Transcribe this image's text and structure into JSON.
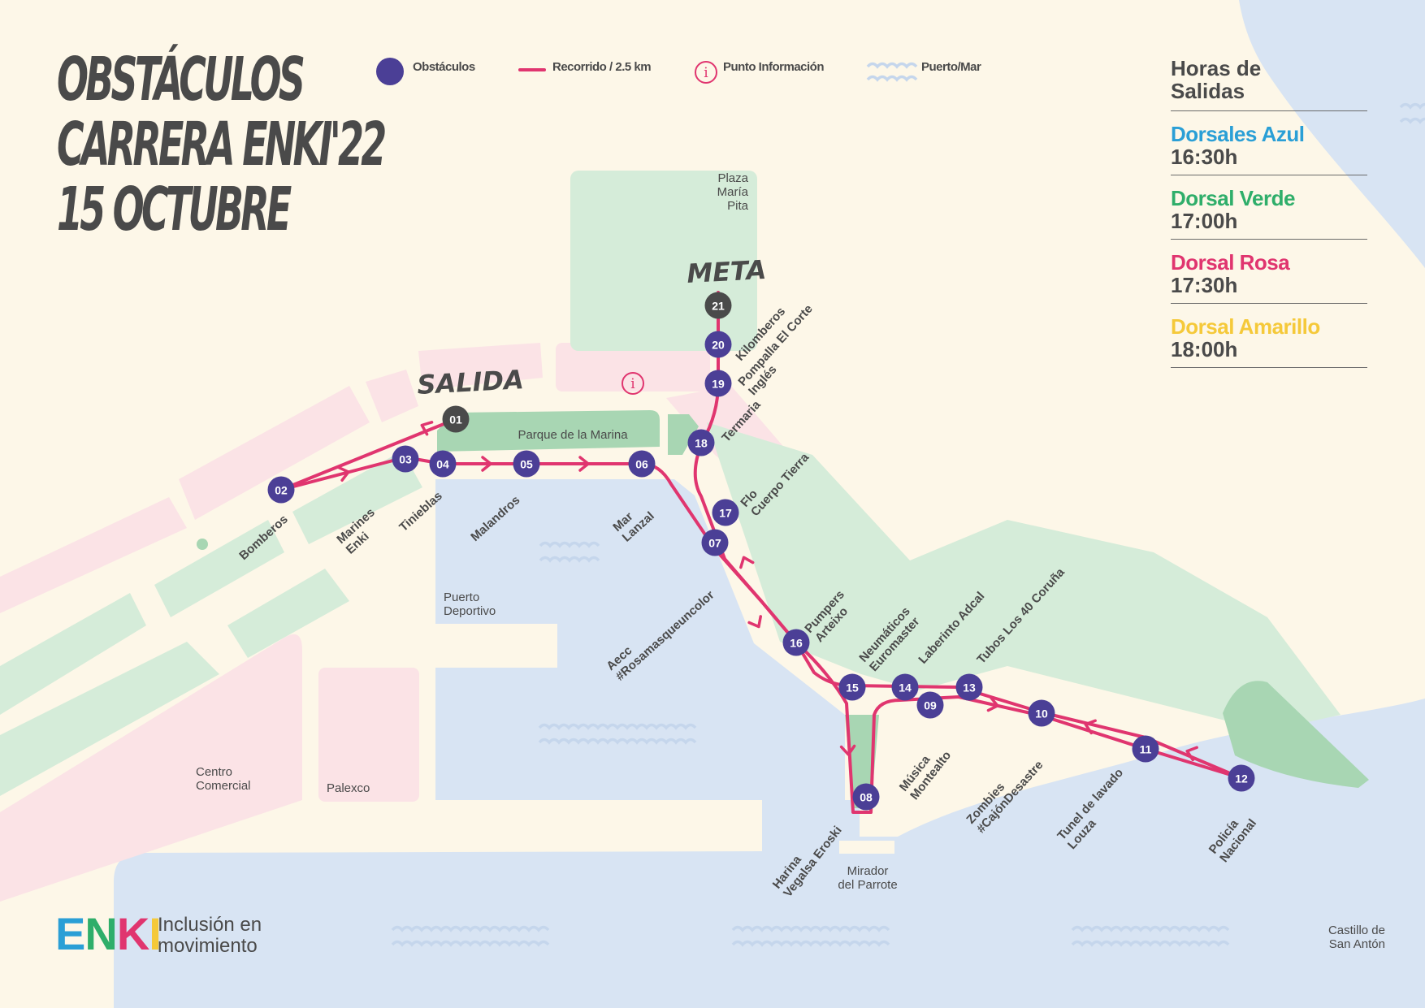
{
  "title": {
    "line1": "OBSTÁCULOS",
    "line2": "CARRERA ENKI'22",
    "line3": "15 OCTUBRE"
  },
  "legend": {
    "obstacles": "Obstáculos",
    "route": "Recorrido / 2.5 km",
    "info": "Punto Información",
    "info_icon": "info-icon",
    "sea": "Puerto/Mar"
  },
  "schedule": {
    "heading": "Horas de Salidas",
    "rows": [
      {
        "label": "Dorsales Azul",
        "time": "16:30h",
        "color": "#2a9fd6"
      },
      {
        "label": "Dorsal Verde",
        "time": "17:00h",
        "color": "#2fae6a"
      },
      {
        "label": "Dorsal Rosa",
        "time": "17:30h",
        "color": "#e0356f"
      },
      {
        "label": "Dorsal Amarillo",
        "time": "18:00h",
        "color": "#f5c93a"
      }
    ]
  },
  "places": {
    "plaza": "Plaza María Pita",
    "parque": "Parque de la Marina",
    "puerto": "Puerto Deportivo",
    "centro": "Centro Comercial",
    "palexco": "Palexco",
    "mirador": "Mirador del Parrote",
    "castillo": "Castillo de San Antón"
  },
  "markers": {
    "start": "SALIDA",
    "finish": "META"
  },
  "stations": [
    {
      "num": "01",
      "label": ""
    },
    {
      "num": "02",
      "label": "Bomberos"
    },
    {
      "num": "03",
      "label": "Marines Enki"
    },
    {
      "num": "04",
      "label": "Tinieblas"
    },
    {
      "num": "05",
      "label": "Malandros"
    },
    {
      "num": "06",
      "label": "Mar Lanzal"
    },
    {
      "num": "07",
      "label": "Aecc #Rosamasqueuncolor"
    },
    {
      "num": "08",
      "label": "Harina Vegalsa Eroski"
    },
    {
      "num": "09",
      "label": "Música Montealto"
    },
    {
      "num": "10",
      "label": "Zombies #CajónDesastre"
    },
    {
      "num": "11",
      "label": "Tunel de lavado Louza"
    },
    {
      "num": "12",
      "label": "Policía Nacional"
    },
    {
      "num": "13",
      "label": "Tubos Los 40 Coruña"
    },
    {
      "num": "14",
      "label": "Laberinto Adcal"
    },
    {
      "num": "15",
      "label": "Neumáticos Euromaster"
    },
    {
      "num": "16",
      "label": "Pumpers Arteixo"
    },
    {
      "num": "17",
      "label": "Flo Cuerpo Tierra"
    },
    {
      "num": "18",
      "label": "Termaria"
    },
    {
      "num": "19",
      "label": "Pompalla El Corte Inglés"
    },
    {
      "num": "20",
      "label": "Kilomberos"
    },
    {
      "num": "21",
      "label": ""
    }
  ],
  "brand": {
    "logo": "ENKI",
    "tagline_line1": "Inclusión en",
    "tagline_line2": "movimiento"
  },
  "colors": {
    "route": "#e0356f",
    "station": "#4b3f96",
    "terminal": "#4a4a4a",
    "sea": "#d8e4f3",
    "green": "#d5ecd9",
    "pink": "#fbe3e6",
    "park": "#a8d6b3"
  }
}
